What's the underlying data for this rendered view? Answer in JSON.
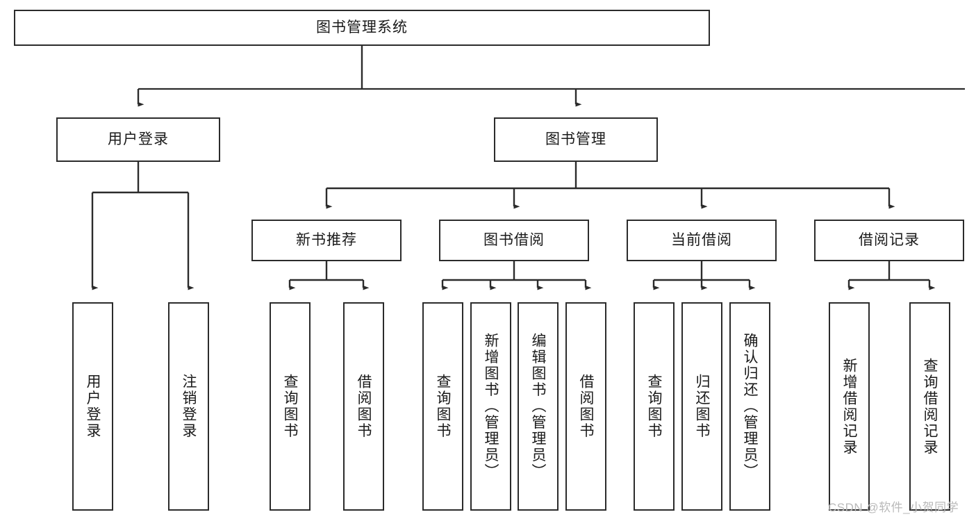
{
  "diagram": {
    "type": "tree-hierarchy",
    "title": "图书管理系统",
    "colors": {
      "box_border": "#2b2b2b",
      "box_fill": "#ffffff",
      "edge": "#2b2b2b",
      "text": "#1a1a1a",
      "background": "#ffffff",
      "watermark": "#b9b9b9"
    },
    "nodes": {
      "root": {
        "label": "图书管理系统",
        "orientation": "horizontal"
      },
      "level2": [
        {
          "id": "user-login",
          "label": "用户登录",
          "orientation": "horizontal"
        },
        {
          "id": "book-manage",
          "label": "图书管理",
          "orientation": "horizontal"
        }
      ],
      "level3": [
        {
          "id": "new-book-recommend",
          "label": "新书推荐",
          "orientation": "horizontal"
        },
        {
          "id": "book-borrow",
          "label": "图书借阅",
          "orientation": "horizontal"
        },
        {
          "id": "current-borrow",
          "label": "当前借阅",
          "orientation": "horizontal"
        },
        {
          "id": "borrow-record",
          "label": "借阅记录",
          "orientation": "horizontal"
        }
      ],
      "leaves": [
        {
          "id": "leaf-user-login",
          "label": "用户登录",
          "parent": "user-login",
          "orientation": "vertical"
        },
        {
          "id": "leaf-logout",
          "label": "注销登录",
          "parent": "user-login",
          "orientation": "vertical"
        },
        {
          "id": "leaf-query-book-1",
          "label": "查询图书",
          "parent": "new-book-recommend",
          "orientation": "vertical"
        },
        {
          "id": "leaf-borrow-book-1",
          "label": "借阅图书",
          "parent": "new-book-recommend",
          "orientation": "vertical"
        },
        {
          "id": "leaf-query-book-2",
          "label": "查询图书",
          "parent": "book-borrow",
          "orientation": "vertical"
        },
        {
          "id": "leaf-add-book",
          "label": "新增图书（管理员）",
          "parent": "book-borrow",
          "orientation": "vertical"
        },
        {
          "id": "leaf-edit-book",
          "label": "编辑图书（管理员）",
          "parent": "book-borrow",
          "orientation": "vertical"
        },
        {
          "id": "leaf-borrow-book-2",
          "label": "借阅图书",
          "parent": "book-borrow",
          "orientation": "vertical"
        },
        {
          "id": "leaf-query-book-3",
          "label": "查询图书",
          "parent": "current-borrow",
          "orientation": "vertical"
        },
        {
          "id": "leaf-return-book",
          "label": "归还图书",
          "parent": "current-borrow",
          "orientation": "vertical"
        },
        {
          "id": "leaf-confirm-return",
          "label": "确认归还（管理员）",
          "parent": "current-borrow",
          "orientation": "vertical"
        },
        {
          "id": "leaf-add-record",
          "label": "新增借阅记录",
          "parent": "borrow-record",
          "orientation": "vertical"
        },
        {
          "id": "leaf-query-record",
          "label": "查询借阅记录",
          "parent": "borrow-record",
          "orientation": "vertical"
        }
      ]
    }
  },
  "watermark": {
    "text": "CSDN @软件_小贺同学"
  }
}
